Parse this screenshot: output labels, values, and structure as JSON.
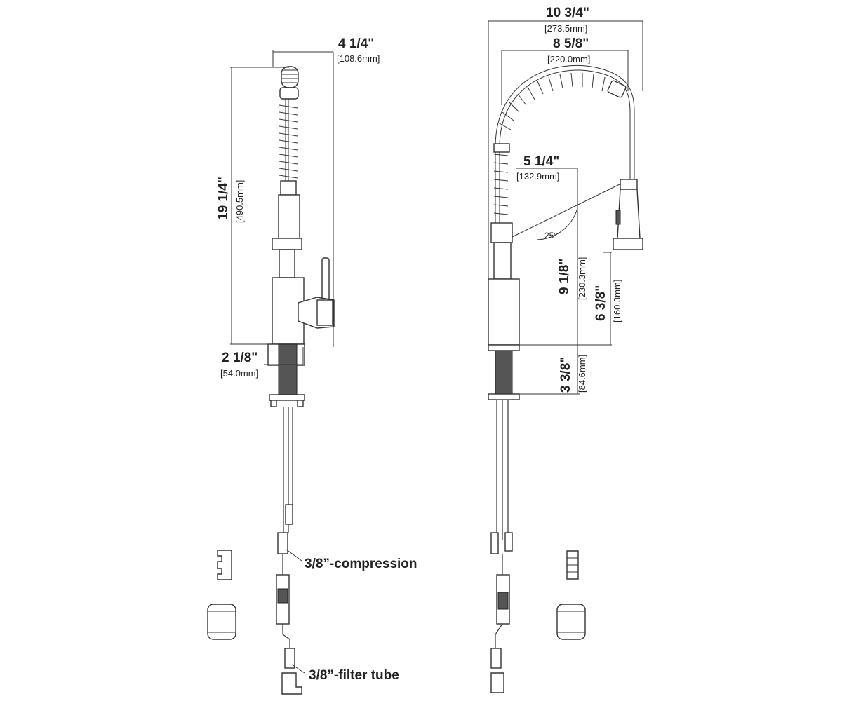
{
  "dimensions": {
    "left_width": {
      "imperial": "4 1/4\"",
      "metric": "[108.6mm]"
    },
    "left_height": {
      "imperial": "19 1/4\"",
      "metric": "[490.5mm]"
    },
    "left_base": {
      "imperial": "2 1/8\"",
      "metric": "[54.0mm]"
    },
    "overall_width": {
      "imperial": "10 3/4\"",
      "metric": "[273.5mm]"
    },
    "arc_width": {
      "imperial": "8 5/8\"",
      "metric": "[220.0mm]"
    },
    "reach": {
      "imperial": "5 1/4\"",
      "metric": "[132.9mm]"
    },
    "angle": "25°",
    "spout_height": {
      "imperial": "9 1/8\"",
      "metric": "[230.3mm]"
    },
    "outlet_height": {
      "imperial": "6 3/8\"",
      "metric": "[160.3mm]"
    },
    "shank_length": {
      "imperial": "3 3/8\"",
      "metric": "[84.6mm]"
    }
  },
  "callouts": {
    "compression": "3/8”-compression",
    "filter_tube": "3/8”-filter tube"
  },
  "colors": {
    "line": "#333333",
    "shank": "#555555",
    "background": "#ffffff"
  }
}
